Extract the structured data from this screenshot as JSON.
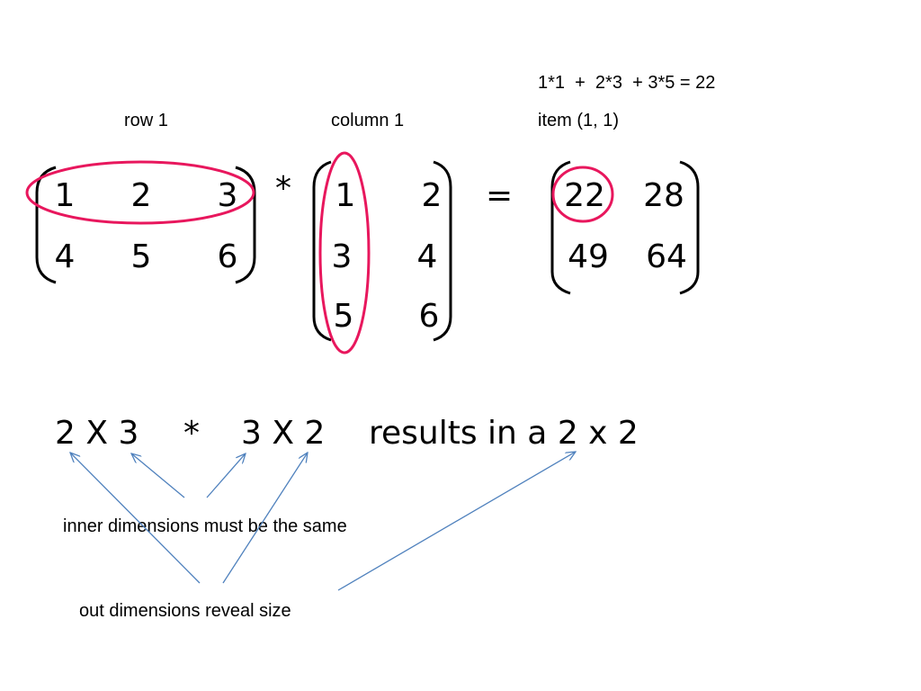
{
  "labels": {
    "equation": "1*1  +  2*3  + 3*5 = 22",
    "row": "row 1",
    "column": "column 1",
    "item": "item (1, 1)"
  },
  "matrix_a": [
    [
      "1",
      "2",
      "3"
    ],
    [
      "4",
      "5",
      "6"
    ]
  ],
  "operator_multiply": "*",
  "matrix_b": [
    [
      "1",
      "2"
    ],
    [
      "3",
      "4"
    ],
    [
      "5",
      "6"
    ]
  ],
  "operator_equals": "=",
  "matrix_c": [
    [
      "22",
      "28"
    ],
    [
      "49",
      "64"
    ]
  ],
  "dimension_statement": {
    "left_dims": "2 X 3",
    "operator": "*",
    "right_dims": "3 X 2",
    "result": "results in a 2 x 2"
  },
  "notes": {
    "inner": "inner dimensions must be the same",
    "outer": "out dimensions reveal size"
  },
  "colors": {
    "highlight": "#e8175d",
    "arrow": "#4f81bd",
    "text": "#000000"
  }
}
